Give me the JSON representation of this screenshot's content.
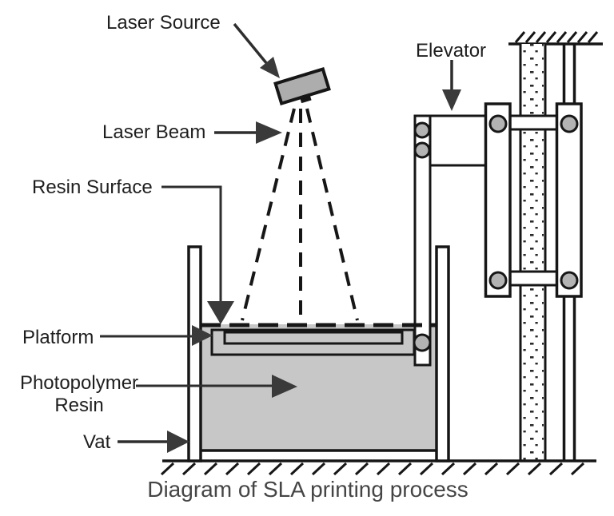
{
  "title": "Diagram of SLA printing process",
  "labels": {
    "laser_source": "Laser Source",
    "laser_beam": "Laser Beam",
    "resin_surface": "Resin Surface",
    "platform": "Platform",
    "photopolymer_resin": "Photopolymer\nResin",
    "vat": "Vat",
    "elevator": "Elevator"
  },
  "caption": "Diagram of SLA printing process",
  "components": {
    "laser_source": "tilted laser emitter box",
    "laser_beam": "three dashed beams fanning from laser to resin surface",
    "resin_surface": "dashed horizontal line across vat",
    "platform": "stepped build platform submerged just below resin surface",
    "photopolymer_resin": "gray liquid filling vat",
    "vat": "open-top double-walled tank",
    "elevator": "carriage on lead screw and guide rails with rollers, arm connects to platform"
  },
  "colors": {
    "background": "#ffffff",
    "line": "#161616",
    "resin_fill": "#c7c7c7",
    "laser_box_fill": "#adadad",
    "roller_fill": "#b3b3b3",
    "arrow_fill": "#3a3a3a",
    "label_text": "#1f1f1f",
    "caption_text": "#454545"
  }
}
